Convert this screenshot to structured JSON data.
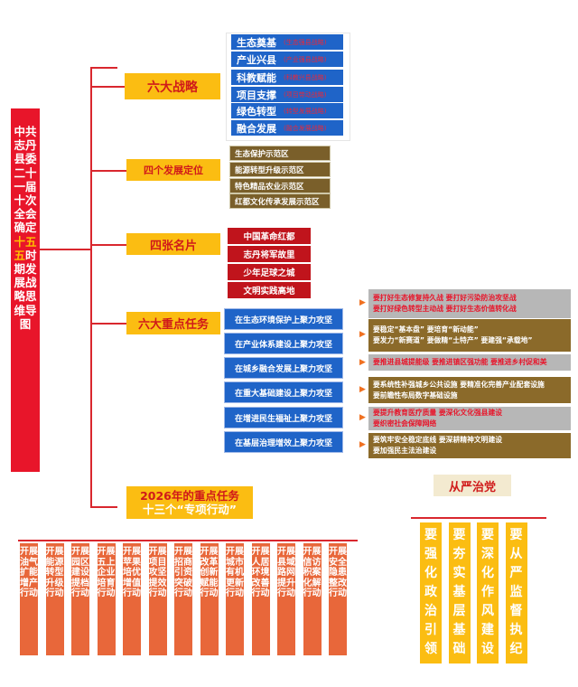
{
  "title": {
    "part1": "中共志丹县委二十一届十次全会确定",
    "highlight": "十五五",
    "part2": "时期发展战略思维导图"
  },
  "branches": {
    "strategies": "六大战略",
    "positions": "四个发展定位",
    "cards": "四张名片",
    "tasks": "六大重点任务",
    "key2026_line1": "2026年的重点任务",
    "key2026_line2": "十三个“专项行动”",
    "party": "从严治党"
  },
  "strategies": [
    {
      "label": "生态奠基",
      "sub": "(生态强县战略)"
    },
    {
      "label": "产业兴县",
      "sub": "(产业强县战略)"
    },
    {
      "label": "科教赋能",
      "sub": "(科教兴县战略)"
    },
    {
      "label": "项目支撑",
      "sub": "(项目带动战略)"
    },
    {
      "label": "绿色转型",
      "sub": "(转型发展战略)"
    },
    {
      "label": "融合发展",
      "sub": "(融合发展战略)"
    }
  ],
  "positions": [
    "生态保护示范区",
    "能源转型升级示范区",
    "特色精品农业示范区",
    "红都文化传承发展示范区"
  ],
  "cards": [
    "中国革命红都",
    "志丹将军故里",
    "少年足球之城",
    "文明实践高地"
  ],
  "tasks": [
    {
      "label": "在生态环境保护上聚力攻坚",
      "lines": [
        "要打好生态修复持久战  要打好污染防治攻坚战",
        "要打好绿色转型主动战  要打好生态价值转化战"
      ]
    },
    {
      "label": "在产业体系建设上聚力攻坚",
      "lines": [
        "要稳定“基本盘”   要培育“新动能”",
        "要发力“新赛道” 要做精“土特产” 要建强“承载地”"
      ]
    },
    {
      "label": "在城乡融合发展上聚力攻坚",
      "lines": [
        "要推进县城提能级  要推进镇区强功能  要推进乡村促和美"
      ]
    },
    {
      "label": "在重大基础建设上聚力攻坚",
      "lines": [
        "要系统性补强城乡公共设施 要精准化完善产业配套设施",
        "要前瞻性布局数字基础设施"
      ]
    },
    {
      "label": "在增进民生福祉上聚力攻坚",
      "lines": [
        "要提升教育医疗质量  要深化文化强县建设",
        "要织密社会保障网络"
      ]
    },
    {
      "label": "在基层治理增效上聚力攻坚",
      "lines": [
        "要筑牢安全稳定底线  要深耕精神文明建设",
        "要加强民主法治建设"
      ]
    }
  ],
  "actions": [
    "开展油气扩能增产行动",
    "开展能源转型升级行动",
    "开展园区建设提档行动",
    "开展五上企业培育行动",
    "开展苹果培优增值行动",
    "开展项目攻坚提效行动",
    "开展招商引资突破行动",
    "开展改革创新赋能行动",
    "开展城市有机更新行动",
    "开展人居环境改善行动",
    "开展县域路网提升行动",
    "开展信访积案化解行动",
    "开展安全隐患整改行动"
  ],
  "party_items": [
    "要强化政治引领",
    "要夯实基层基础",
    "要深化作风建设",
    "要从严监督执纪"
  ]
}
